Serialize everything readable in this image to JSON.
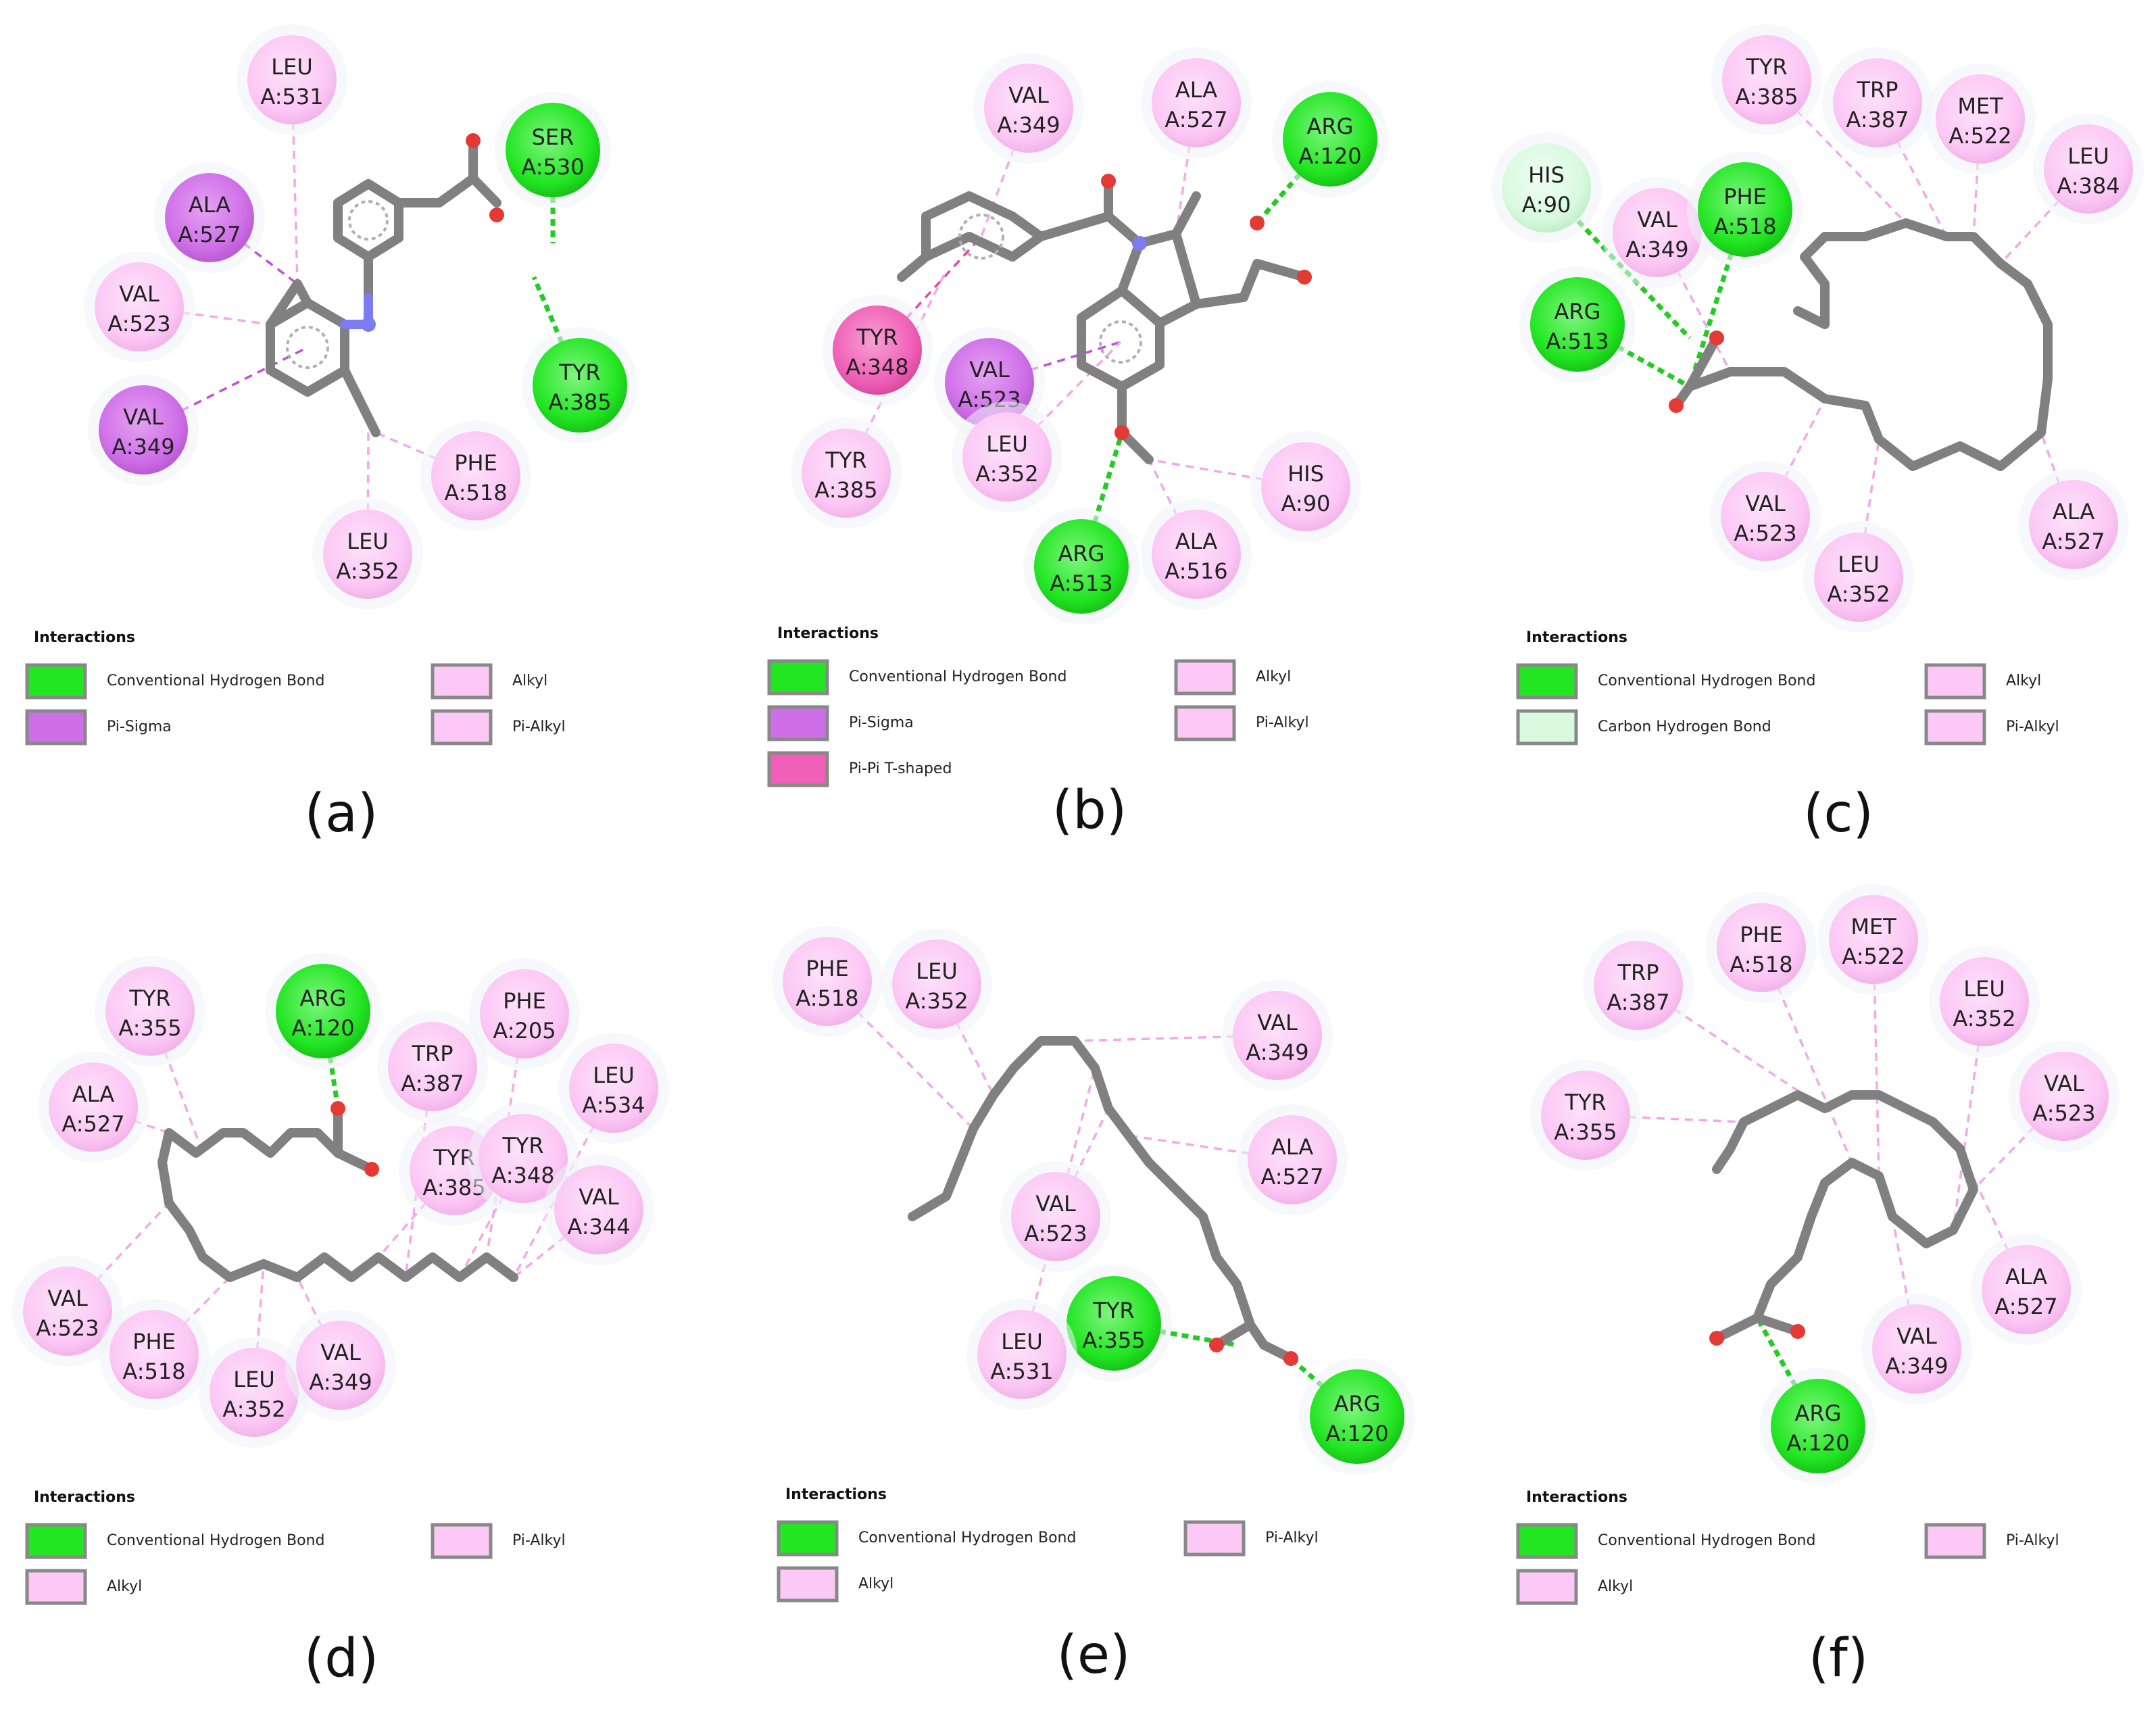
{
  "colors": {
    "conventional_hbond": "#22e622",
    "carbon_hbond": "#d9fadf",
    "pi_sigma": "#cf6fe8",
    "pi_pi_tshaped": "#f060b8",
    "alkyl": "#fcc8f5",
    "pi_alkyl": "#fcc8f5",
    "bond": "#808080",
    "oxygen": "#e53935",
    "nitrogen": "#7c7cf0",
    "hbond_line": "#22cc22",
    "hydrophobic_line": "#f4a8e8"
  },
  "legend_title": "Interactions",
  "panels": [
    {
      "label": "(a)",
      "residues": [
        {
          "name": "LEU",
          "id": "A:531",
          "type": "alkyl"
        },
        {
          "name": "SER",
          "id": "A:530",
          "type": "conventional_hbond"
        },
        {
          "name": "ALA",
          "id": "A:527",
          "type": "pi_sigma"
        },
        {
          "name": "VAL",
          "id": "A:523",
          "type": "alkyl"
        },
        {
          "name": "TYR",
          "id": "A:385",
          "type": "conventional_hbond"
        },
        {
          "name": "VAL",
          "id": "A:349",
          "type": "pi_sigma"
        },
        {
          "name": "PHE",
          "id": "A:518",
          "type": "alkyl"
        },
        {
          "name": "LEU",
          "id": "A:352",
          "type": "alkyl"
        }
      ],
      "legend": [
        {
          "label": "Conventional Hydrogen Bond",
          "type": "conventional_hbond"
        },
        {
          "label": "Pi-Sigma",
          "type": "pi_sigma"
        },
        {
          "label": "Alkyl",
          "type": "alkyl"
        },
        {
          "label": "Pi-Alkyl",
          "type": "pi_alkyl"
        }
      ]
    },
    {
      "label": "(b)",
      "residues": [
        {
          "name": "VAL",
          "id": "A:349",
          "type": "alkyl"
        },
        {
          "name": "ALA",
          "id": "A:527",
          "type": "alkyl"
        },
        {
          "name": "ARG",
          "id": "A:120",
          "type": "conventional_hbond"
        },
        {
          "name": "TYR",
          "id": "A:348",
          "type": "pi_pi_tshaped"
        },
        {
          "name": "VAL",
          "id": "A:523",
          "type": "pi_sigma"
        },
        {
          "name": "TYR",
          "id": "A:385",
          "type": "alkyl"
        },
        {
          "name": "LEU",
          "id": "A:352",
          "type": "alkyl"
        },
        {
          "name": "HIS",
          "id": "A:90",
          "type": "alkyl"
        },
        {
          "name": "ARG",
          "id": "A:513",
          "type": "conventional_hbond"
        },
        {
          "name": "ALA",
          "id": "A:516",
          "type": "alkyl"
        }
      ],
      "legend": [
        {
          "label": "Conventional Hydrogen Bond",
          "type": "conventional_hbond"
        },
        {
          "label": "Pi-Sigma",
          "type": "pi_sigma"
        },
        {
          "label": "Pi-Pi T-shaped",
          "type": "pi_pi_tshaped"
        },
        {
          "label": "Alkyl",
          "type": "alkyl"
        },
        {
          "label": "Pi-Alkyl",
          "type": "pi_alkyl"
        }
      ]
    },
    {
      "label": "(c)",
      "residues": [
        {
          "name": "TYR",
          "id": "A:385",
          "type": "alkyl"
        },
        {
          "name": "TRP",
          "id": "A:387",
          "type": "alkyl"
        },
        {
          "name": "MET",
          "id": "A:522",
          "type": "alkyl"
        },
        {
          "name": "LEU",
          "id": "A:384",
          "type": "alkyl"
        },
        {
          "name": "HIS",
          "id": "A:90",
          "type": "carbon_hbond"
        },
        {
          "name": "VAL",
          "id": "A:349",
          "type": "alkyl"
        },
        {
          "name": "PHE",
          "id": "A:518",
          "type": "conventional_hbond"
        },
        {
          "name": "ARG",
          "id": "A:513",
          "type": "conventional_hbond"
        },
        {
          "name": "VAL",
          "id": "A:523",
          "type": "alkyl"
        },
        {
          "name": "ALA",
          "id": "A:527",
          "type": "alkyl"
        },
        {
          "name": "LEU",
          "id": "A:352",
          "type": "alkyl"
        }
      ],
      "legend": [
        {
          "label": "Conventional Hydrogen Bond",
          "type": "conventional_hbond"
        },
        {
          "label": "Carbon Hydrogen Bond",
          "type": "carbon_hbond"
        },
        {
          "label": "Alkyl",
          "type": "alkyl"
        },
        {
          "label": "Pi-Alkyl",
          "type": "pi_alkyl"
        }
      ]
    },
    {
      "label": "(d)",
      "residues": [
        {
          "name": "TYR",
          "id": "A:355",
          "type": "alkyl"
        },
        {
          "name": "ARG",
          "id": "A:120",
          "type": "conventional_hbond"
        },
        {
          "name": "PHE",
          "id": "A:205",
          "type": "alkyl"
        },
        {
          "name": "TRP",
          "id": "A:387",
          "type": "alkyl"
        },
        {
          "name": "LEU",
          "id": "A:534",
          "type": "alkyl"
        },
        {
          "name": "ALA",
          "id": "A:527",
          "type": "alkyl"
        },
        {
          "name": "TYR",
          "id": "A:385",
          "type": "alkyl"
        },
        {
          "name": "TYR",
          "id": "A:348",
          "type": "alkyl"
        },
        {
          "name": "VAL",
          "id": "A:344",
          "type": "alkyl"
        },
        {
          "name": "VAL",
          "id": "A:523",
          "type": "alkyl"
        },
        {
          "name": "PHE",
          "id": "A:518",
          "type": "alkyl"
        },
        {
          "name": "LEU",
          "id": "A:352",
          "type": "alkyl"
        },
        {
          "name": "VAL",
          "id": "A:349",
          "type": "alkyl"
        }
      ],
      "legend": [
        {
          "label": "Conventional Hydrogen Bond",
          "type": "conventional_hbond"
        },
        {
          "label": "Alkyl",
          "type": "alkyl"
        },
        {
          "label": "Pi-Alkyl",
          "type": "pi_alkyl"
        }
      ]
    },
    {
      "label": "(e)",
      "residues": [
        {
          "name": "PHE",
          "id": "A:518",
          "type": "alkyl"
        },
        {
          "name": "LEU",
          "id": "A:352",
          "type": "alkyl"
        },
        {
          "name": "VAL",
          "id": "A:349",
          "type": "alkyl"
        },
        {
          "name": "ALA",
          "id": "A:527",
          "type": "alkyl"
        },
        {
          "name": "VAL",
          "id": "A:523",
          "type": "alkyl"
        },
        {
          "name": "TYR",
          "id": "A:355",
          "type": "conventional_hbond"
        },
        {
          "name": "LEU",
          "id": "A:531",
          "type": "alkyl"
        },
        {
          "name": "ARG",
          "id": "A:120",
          "type": "conventional_hbond"
        }
      ],
      "legend": [
        {
          "label": "Conventional Hydrogen Bond",
          "type": "conventional_hbond"
        },
        {
          "label": "Alkyl",
          "type": "alkyl"
        },
        {
          "label": "Pi-Alkyl",
          "type": "pi_alkyl"
        }
      ]
    },
    {
      "label": "(f)",
      "residues": [
        {
          "name": "PHE",
          "id": "A:518",
          "type": "alkyl"
        },
        {
          "name": "MET",
          "id": "A:522",
          "type": "alkyl"
        },
        {
          "name": "TRP",
          "id": "A:387",
          "type": "alkyl"
        },
        {
          "name": "LEU",
          "id": "A:352",
          "type": "alkyl"
        },
        {
          "name": "TYR",
          "id": "A:355",
          "type": "alkyl"
        },
        {
          "name": "VAL",
          "id": "A:523",
          "type": "alkyl"
        },
        {
          "name": "ALA",
          "id": "A:527",
          "type": "alkyl"
        },
        {
          "name": "VAL",
          "id": "A:349",
          "type": "alkyl"
        },
        {
          "name": "ARG",
          "id": "A:120",
          "type": "conventional_hbond"
        }
      ],
      "legend": [
        {
          "label": "Conventional Hydrogen Bond",
          "type": "conventional_hbond"
        },
        {
          "label": "Alkyl",
          "type": "alkyl"
        },
        {
          "label": "Pi-Alkyl",
          "type": "pi_alkyl"
        }
      ]
    }
  ]
}
